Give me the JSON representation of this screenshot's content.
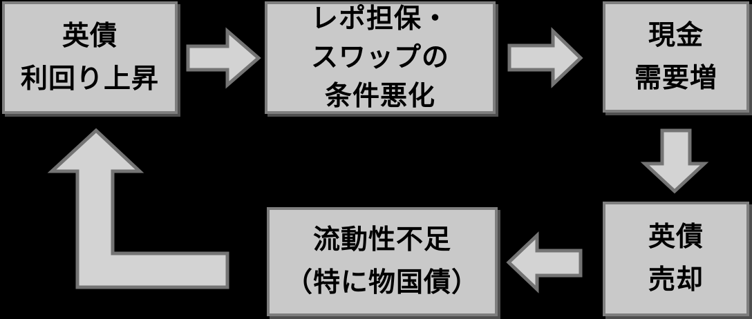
{
  "colors": {
    "background": "#000000",
    "box_fill": "#c9c9c9",
    "box_border": "#7e7e7e",
    "arrow_fill": "#d3d3d3",
    "arrow_border": "#747474",
    "text": "#000000"
  },
  "nodes": [
    {
      "id": "gilt-yield-rise",
      "lines": [
        "英債",
        "利回り上昇"
      ]
    },
    {
      "id": "repo-swap-terms-worsen",
      "lines": [
        "レポ担保・",
        "スワップの",
        "条件悪化"
      ]
    },
    {
      "id": "cash-demand-increase",
      "lines": [
        "現金",
        "需要増"
      ]
    },
    {
      "id": "gilt-selling",
      "lines": [
        "英債",
        "売却"
      ]
    },
    {
      "id": "liquidity-shortage",
      "lines": [
        "流動性不足",
        "（特に物国債）"
      ]
    }
  ],
  "arrows": [
    {
      "from": "gilt-yield-rise",
      "to": "repo-swap-terms-worsen",
      "direction": "right"
    },
    {
      "from": "repo-swap-terms-worsen",
      "to": "cash-demand-increase",
      "direction": "right"
    },
    {
      "from": "cash-demand-increase",
      "to": "gilt-selling",
      "direction": "down"
    },
    {
      "from": "gilt-selling",
      "to": "liquidity-shortage",
      "direction": "left"
    },
    {
      "from": "liquidity-shortage",
      "to": "gilt-yield-rise",
      "direction": "left-then-up"
    }
  ]
}
